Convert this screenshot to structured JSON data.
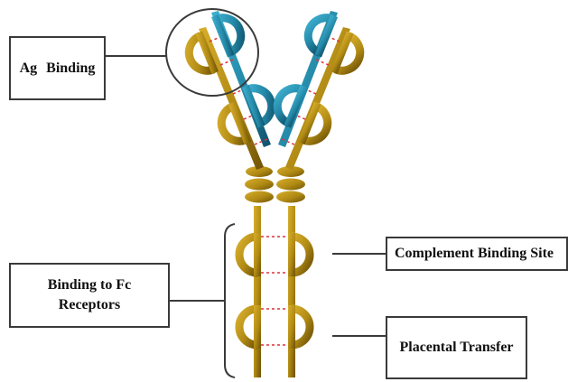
{
  "labels": {
    "ag_binding": "Ag  Binding",
    "fc_receptors_line1": "Binding to Fc",
    "fc_receptors_line2": "Receptors",
    "complement": "Complement Binding Site",
    "placental": "Placental Transfer"
  },
  "colors": {
    "heavy_chain": "#b08a14",
    "heavy_chain_dark": "#7a5c08",
    "light_chain": "#2489a8",
    "light_chain_dark": "#125a72",
    "disulfide": "#e0303a",
    "outline": "#3a3a3a"
  }
}
